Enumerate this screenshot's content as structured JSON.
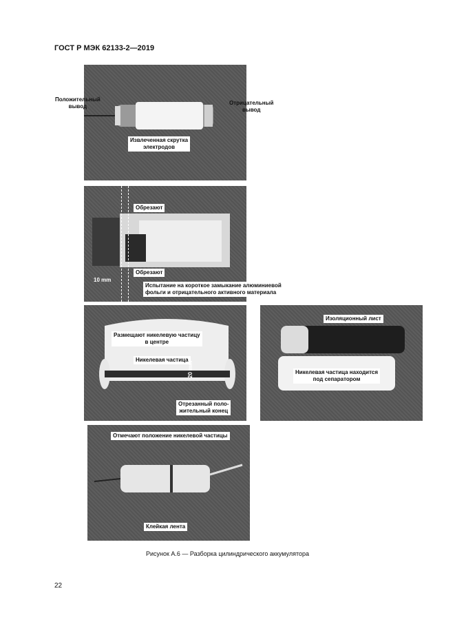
{
  "header": {
    "doc_id": "ГОСТ Р МЭК 62133-2—2019"
  },
  "photo1": {
    "positive_terminal": "Положительный\nвывод",
    "negative_terminal": "Отрицательный\nвывод",
    "extracted_roll": "Извлеченная скрутка\nэлектродов"
  },
  "photo2": {
    "cut_top": "Обрезают",
    "cut_bottom": "Обрезают",
    "dimension": "10 mm",
    "short_test": "Испытание на короткое замыкание алюминиевой\nфольги и отрицательного активного материала"
  },
  "photo3": {
    "place_particle": "Размещают никелевую частицу\nв центре",
    "nickel_particle": "Никелевая частица",
    "dimension": "20 mm",
    "cut_positive_end": "Отрезанный поло-\nжительный конец"
  },
  "photo4": {
    "insulation_sheet": "Изоляционный лист",
    "particle_under_separator": "Никелевая частица находится\nпод сепаратором"
  },
  "photo5": {
    "mark_position": "Отмечают положение никелевой частицы",
    "adhesive_tape": "Клейкая лента"
  },
  "caption": "Рисунок А.6 — Разборка цилиндрического аккумулятора",
  "page_number": "22",
  "colors": {
    "photo_bg": "#5a5a5a",
    "label_bg": "#ffffff"
  }
}
